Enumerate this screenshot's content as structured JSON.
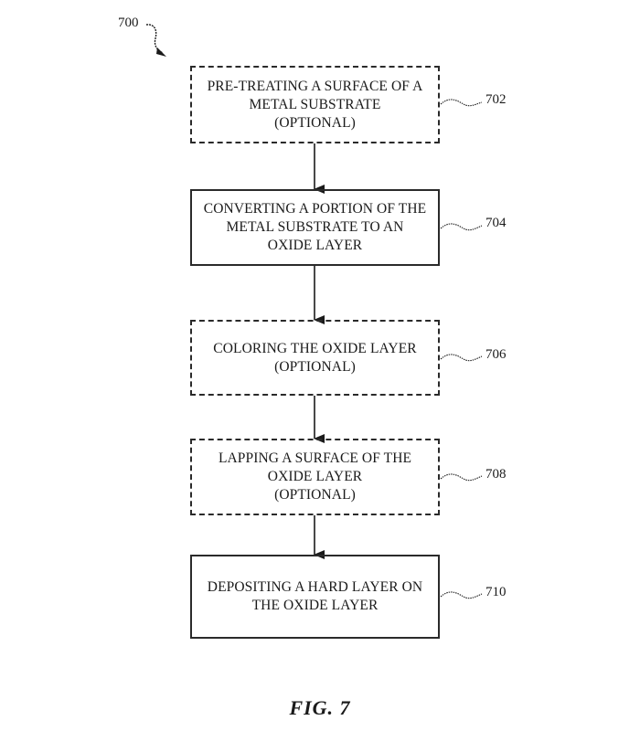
{
  "figure": {
    "label": "FIG. 7",
    "reference_number": "700"
  },
  "steps": [
    {
      "ref": "702",
      "text": "PRE-TREATING A SURFACE OF A\nMETAL SUBSTRATE\n(OPTIONAL)",
      "optional": true
    },
    {
      "ref": "704",
      "text": "CONVERTING A PORTION OF THE\nMETAL SUBSTRATE TO AN\nOXIDE LAYER",
      "optional": false
    },
    {
      "ref": "706",
      "text": "COLORING THE OXIDE LAYER\n(OPTIONAL)",
      "optional": true
    },
    {
      "ref": "708",
      "text": "LAPPING A SURFACE OF THE\nOXIDE LAYER\n(OPTIONAL)",
      "optional": true
    },
    {
      "ref": "710",
      "text": "DEPOSITING A HARD LAYER ON\nTHE OXIDE LAYER",
      "optional": false
    }
  ],
  "flow": [
    {
      "from": "702",
      "to": "704"
    },
    {
      "from": "704",
      "to": "706"
    },
    {
      "from": "706",
      "to": "708"
    },
    {
      "from": "708",
      "to": "710"
    }
  ]
}
